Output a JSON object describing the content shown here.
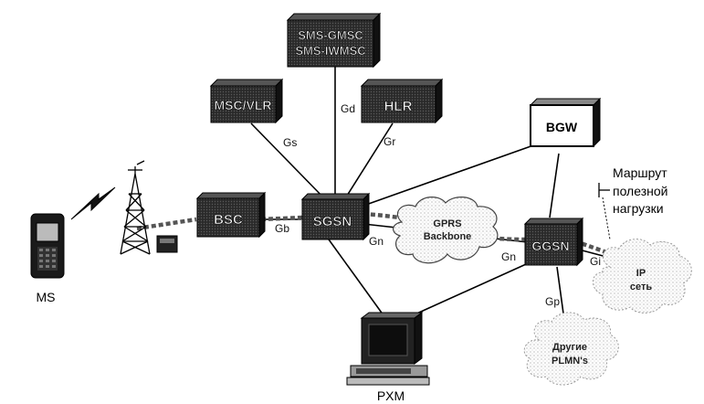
{
  "nodes": {
    "sms_center": {
      "line1": "SMS-GMSC",
      "line2": "SMS-IWMSC"
    },
    "msc_vlr": "MSC/VLR",
    "hlr": "HLR",
    "bgw": "BGW",
    "bsc": "BSC",
    "sgsn": "SGSN",
    "ggsn": "GGSN",
    "ms": "MS",
    "pxm": "PXM"
  },
  "clouds": {
    "gprs_backbone": {
      "line1": "GPRS",
      "line2": "Backbone"
    },
    "ip_network": {
      "line1": "IP",
      "line2": "сеть"
    },
    "other_plmn": {
      "line1": "Другие",
      "line2": "PLMN's"
    }
  },
  "interfaces": {
    "gd": "Gd",
    "gs": "Gs",
    "gr": "Gr",
    "gb": "Gb",
    "gn_sgsn": "Gn",
    "gn_ggsn": "Gn",
    "gi": "Gi",
    "gp": "Gp"
  },
  "annotation": {
    "line1": "Маршрут",
    "line2": "полезной",
    "line3": "нагрузки"
  },
  "colors": {
    "box_fill": "#2e2e2e",
    "box_side": "#0d0d0d",
    "line": "#000000",
    "route": "#444444"
  }
}
